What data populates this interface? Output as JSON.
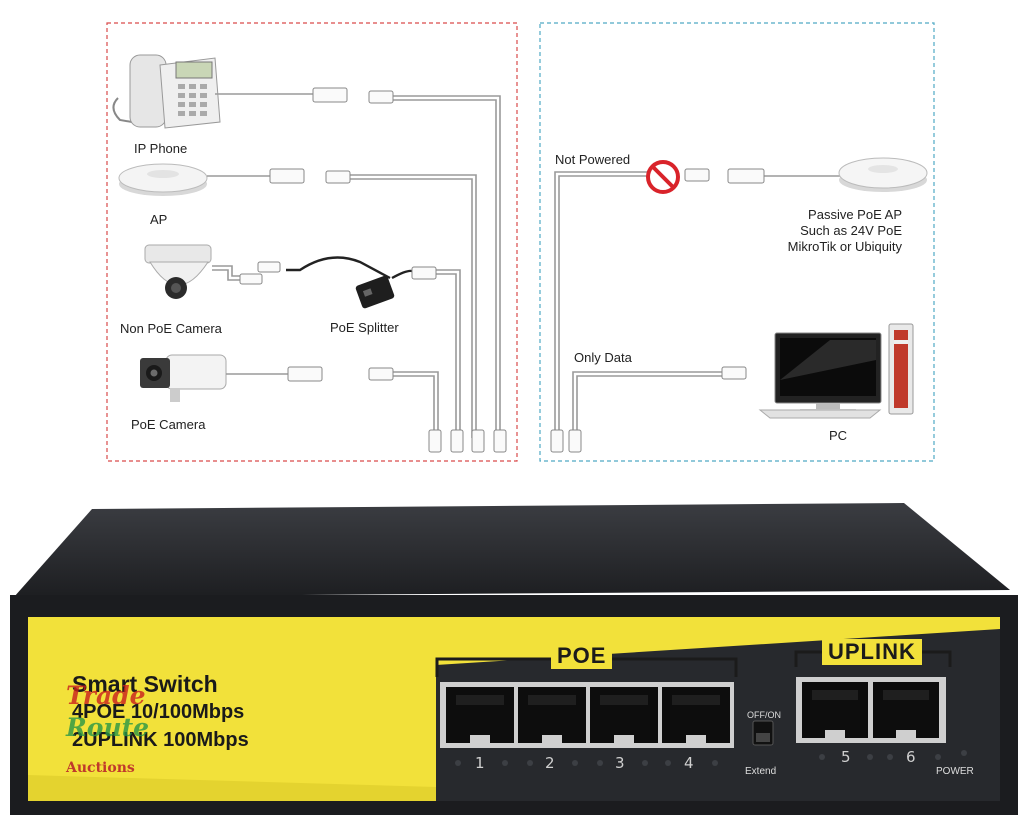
{
  "left_panel": {
    "devices": [
      {
        "id": "ip-phone",
        "label": "IP Phone"
      },
      {
        "id": "ap",
        "label": "AP"
      },
      {
        "id": "non-poe-camera",
        "label": "Non PoE Camera"
      },
      {
        "id": "poe-splitter",
        "label": "PoE Splitter"
      },
      {
        "id": "poe-camera",
        "label": "PoE Camera"
      }
    ],
    "border_color": "#d94b4b"
  },
  "right_panel": {
    "not_powered_label": "Not Powered",
    "only_data_label": "Only Data",
    "passive_ap_label": [
      "Passive PoE AP",
      "Such as 24V PoE",
      "MikroTik or Ubiquity"
    ],
    "pc_label": "PC",
    "border_color": "#4fa9c4"
  },
  "switch": {
    "title": "Smart Switch",
    "line1": "4POE 10/100Mbps",
    "line2": "2UPLINK 100Mbps",
    "poe_group": "POE",
    "uplink_group": "UPLINK",
    "port_numbers": [
      "1",
      "2",
      "3",
      "4",
      "5",
      "6"
    ],
    "toggle_label": "OFF/ON",
    "extend_label": "Extend",
    "power_label": "POWER",
    "face_color": "#f2e13a",
    "body_color": "#2a2c30"
  },
  "watermark": {
    "line1": "Trade",
    "line2": "Route",
    "line3": "Auctions"
  }
}
